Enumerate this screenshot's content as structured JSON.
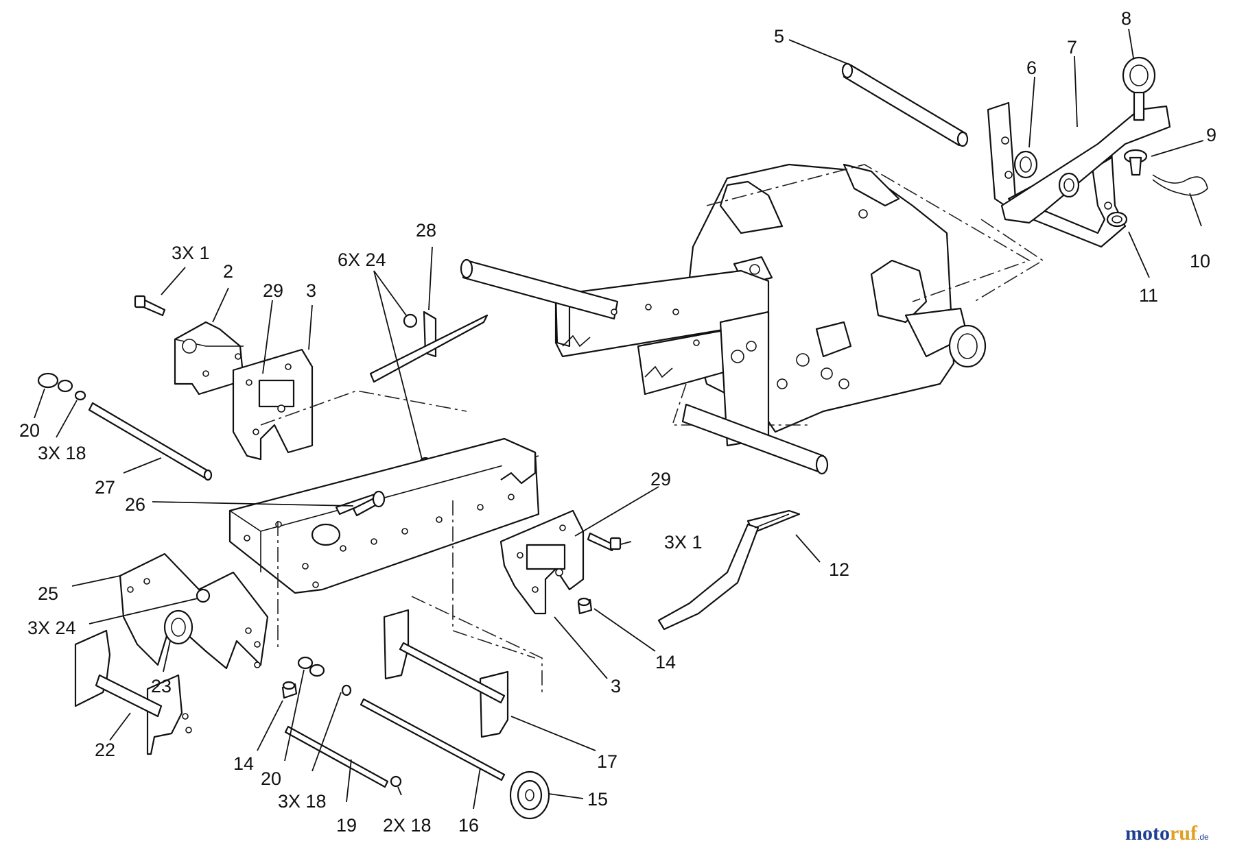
{
  "callouts": [
    {
      "id": "c5",
      "text": "5"
    },
    {
      "id": "c6",
      "text": "6"
    },
    {
      "id": "c7",
      "text": "7"
    },
    {
      "id": "c8",
      "text": "8"
    },
    {
      "id": "c9",
      "text": "9"
    },
    {
      "id": "c10",
      "text": "10"
    },
    {
      "id": "c11",
      "text": "11"
    },
    {
      "id": "c3x1a",
      "text": "3X 1"
    },
    {
      "id": "c2",
      "text": "2"
    },
    {
      "id": "c29a",
      "text": "29"
    },
    {
      "id": "c3a",
      "text": "3"
    },
    {
      "id": "c6x24",
      "text": "6X 24"
    },
    {
      "id": "c28",
      "text": "28"
    },
    {
      "id": "c20a",
      "text": "20"
    },
    {
      "id": "c3x18a",
      "text": "3X 18"
    },
    {
      "id": "c27",
      "text": "27"
    },
    {
      "id": "c26",
      "text": "26"
    },
    {
      "id": "c29b",
      "text": "29"
    },
    {
      "id": "c3x1b",
      "text": "3X 1"
    },
    {
      "id": "c12",
      "text": "12"
    },
    {
      "id": "c25",
      "text": "25"
    },
    {
      "id": "c3x24",
      "text": "3X 24"
    },
    {
      "id": "c23",
      "text": "23"
    },
    {
      "id": "c14a",
      "text": "14"
    },
    {
      "id": "c3b",
      "text": "3"
    },
    {
      "id": "c17",
      "text": "17"
    },
    {
      "id": "c22",
      "text": "22"
    },
    {
      "id": "c14b",
      "text": "14"
    },
    {
      "id": "c20b",
      "text": "20"
    },
    {
      "id": "c3x18b",
      "text": "3X 18"
    },
    {
      "id": "c19",
      "text": "19"
    },
    {
      "id": "c2x18",
      "text": "2X 18"
    },
    {
      "id": "c16",
      "text": "16"
    },
    {
      "id": "c15",
      "text": "15"
    }
  ],
  "watermark": {
    "part1": "moto",
    "part2": "ruf",
    "suffix": ".de"
  }
}
